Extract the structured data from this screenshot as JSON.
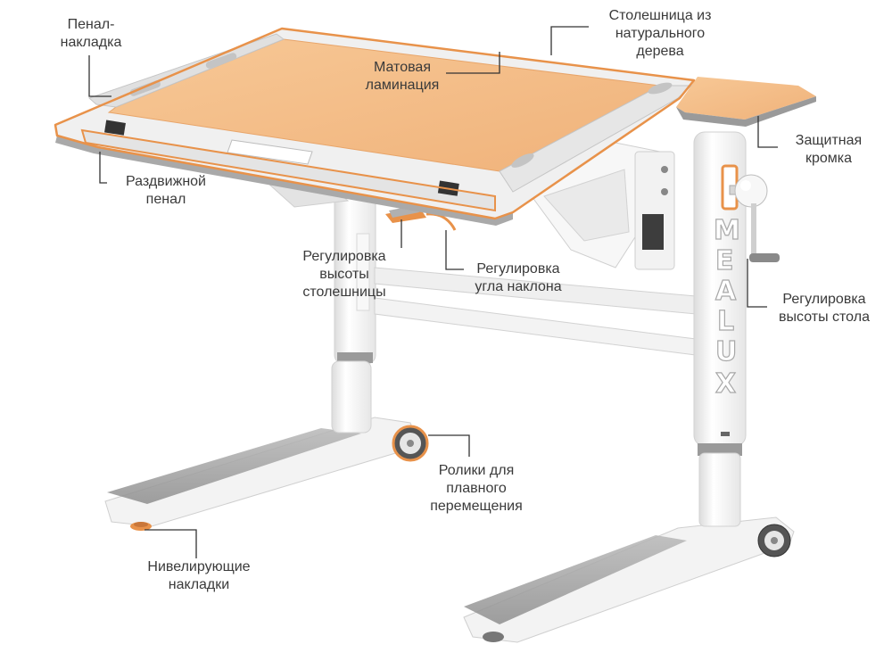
{
  "brand": {
    "letters": [
      "M",
      "E",
      "A",
      "L",
      "U",
      "X"
    ]
  },
  "colors": {
    "accent": "#e8924a",
    "wood": "#f5c08f",
    "frame": "#f2f2f2",
    "frame_dark": "#9a9a9a",
    "leader": "#333333"
  },
  "callouts": [
    {
      "id": "penal-nakladka",
      "lines": [
        "Пенал-",
        "накладка"
      ]
    },
    {
      "id": "stoleshnica",
      "lines": [
        "Столешница из",
        "натурального",
        "дерева"
      ]
    },
    {
      "id": "matovaya",
      "lines": [
        "Матовая",
        "ламинация"
      ]
    },
    {
      "id": "zashchitnaya",
      "lines": [
        "Защитная",
        "кромка"
      ]
    },
    {
      "id": "razdvizhnoy",
      "lines": [
        "Раздвижной",
        "пенал"
      ]
    },
    {
      "id": "vysota-stoleshnicy",
      "lines": [
        "Регулировка",
        "высоты",
        "столешницы"
      ]
    },
    {
      "id": "ugol-naklona",
      "lines": [
        "Регулировка",
        "угла наклона"
      ]
    },
    {
      "id": "vysota-stola",
      "lines": [
        "Регулировка",
        "высоты стола"
      ]
    },
    {
      "id": "roliki",
      "lines": [
        "Ролики для",
        "плавного",
        "перемещения"
      ]
    },
    {
      "id": "niveliruyushchie",
      "lines": [
        "Нивелирующие",
        "накладки"
      ]
    }
  ]
}
